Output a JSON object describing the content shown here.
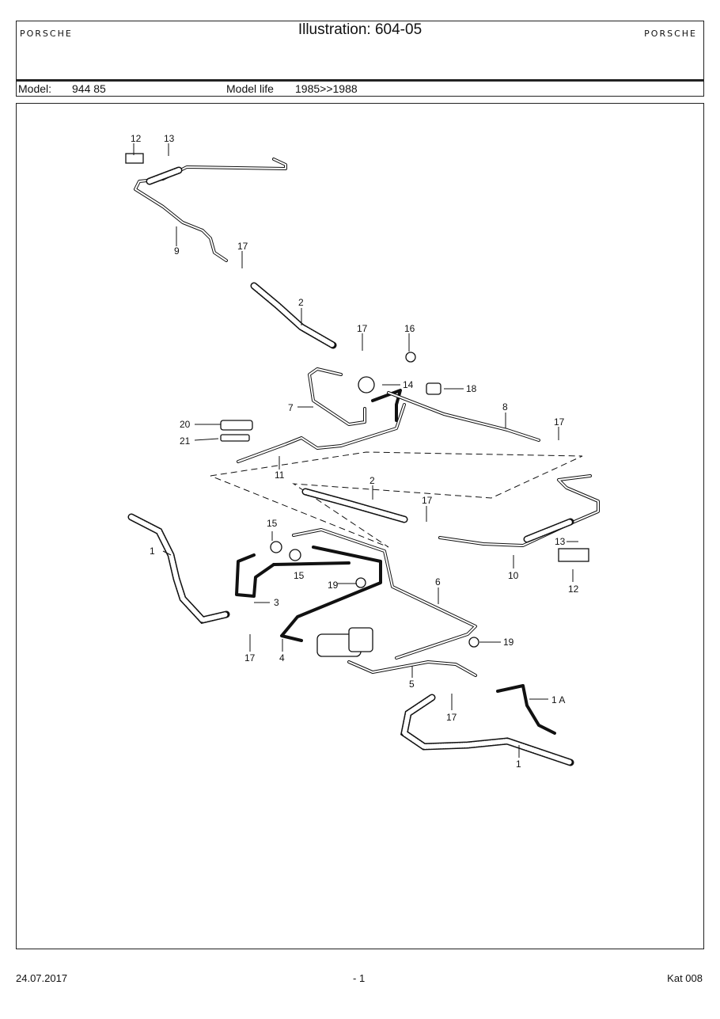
{
  "header": {
    "title": "Illustration: 604-05",
    "logo_left": "PORSCHE",
    "logo_right": "PORSCHE"
  },
  "model_bar": {
    "model_label": "Model:",
    "model_value": "944 85",
    "life_label": "Model life",
    "life_value": "1985>>1988"
  },
  "callouts": [
    "12",
    "13",
    "9",
    "17",
    "2",
    "17",
    "16",
    "14",
    "18",
    "7",
    "8",
    "17",
    "20",
    "21",
    "11",
    "2",
    "17",
    "15",
    "15",
    "1",
    "3",
    "19",
    "6",
    "13",
    "10",
    "12",
    "17",
    "4",
    "19",
    "5",
    "1 A",
    "17",
    "1"
  ],
  "footer": {
    "date": "24.07.2017",
    "page": "- 1",
    "catalog": "Kat 008"
  }
}
